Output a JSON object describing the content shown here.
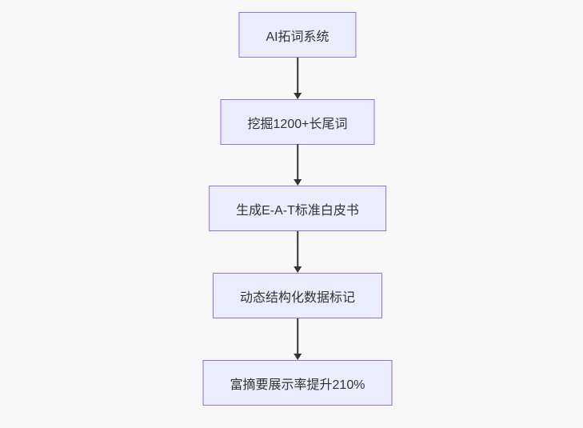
{
  "diagram": {
    "type": "flowchart",
    "direction": "top-down",
    "background": "#f8f8f8",
    "node_style": {
      "fill": "#ECECFF",
      "border": "#9370DB",
      "text_color": "#333333"
    },
    "arrow_color": "#333333",
    "nodes": [
      {
        "label": "AI拓词系统"
      },
      {
        "label": "挖掘1200+长尾词"
      },
      {
        "label": "生成E-A-T标准白皮书"
      },
      {
        "label": "动态结构化数据标记"
      },
      {
        "label": "富摘要展示率提升210%"
      }
    ],
    "edges": [
      {
        "from": "AI拓词系统",
        "to": "挖掘1200+长尾词"
      },
      {
        "from": "挖掘1200+长尾词",
        "to": "生成E-A-T标准白皮书"
      },
      {
        "from": "生成E-A-T标准白皮书",
        "to": "动态结构化数据标记"
      },
      {
        "from": "动态结构化数据标记",
        "to": "富摘要展示率提升210%"
      }
    ]
  }
}
